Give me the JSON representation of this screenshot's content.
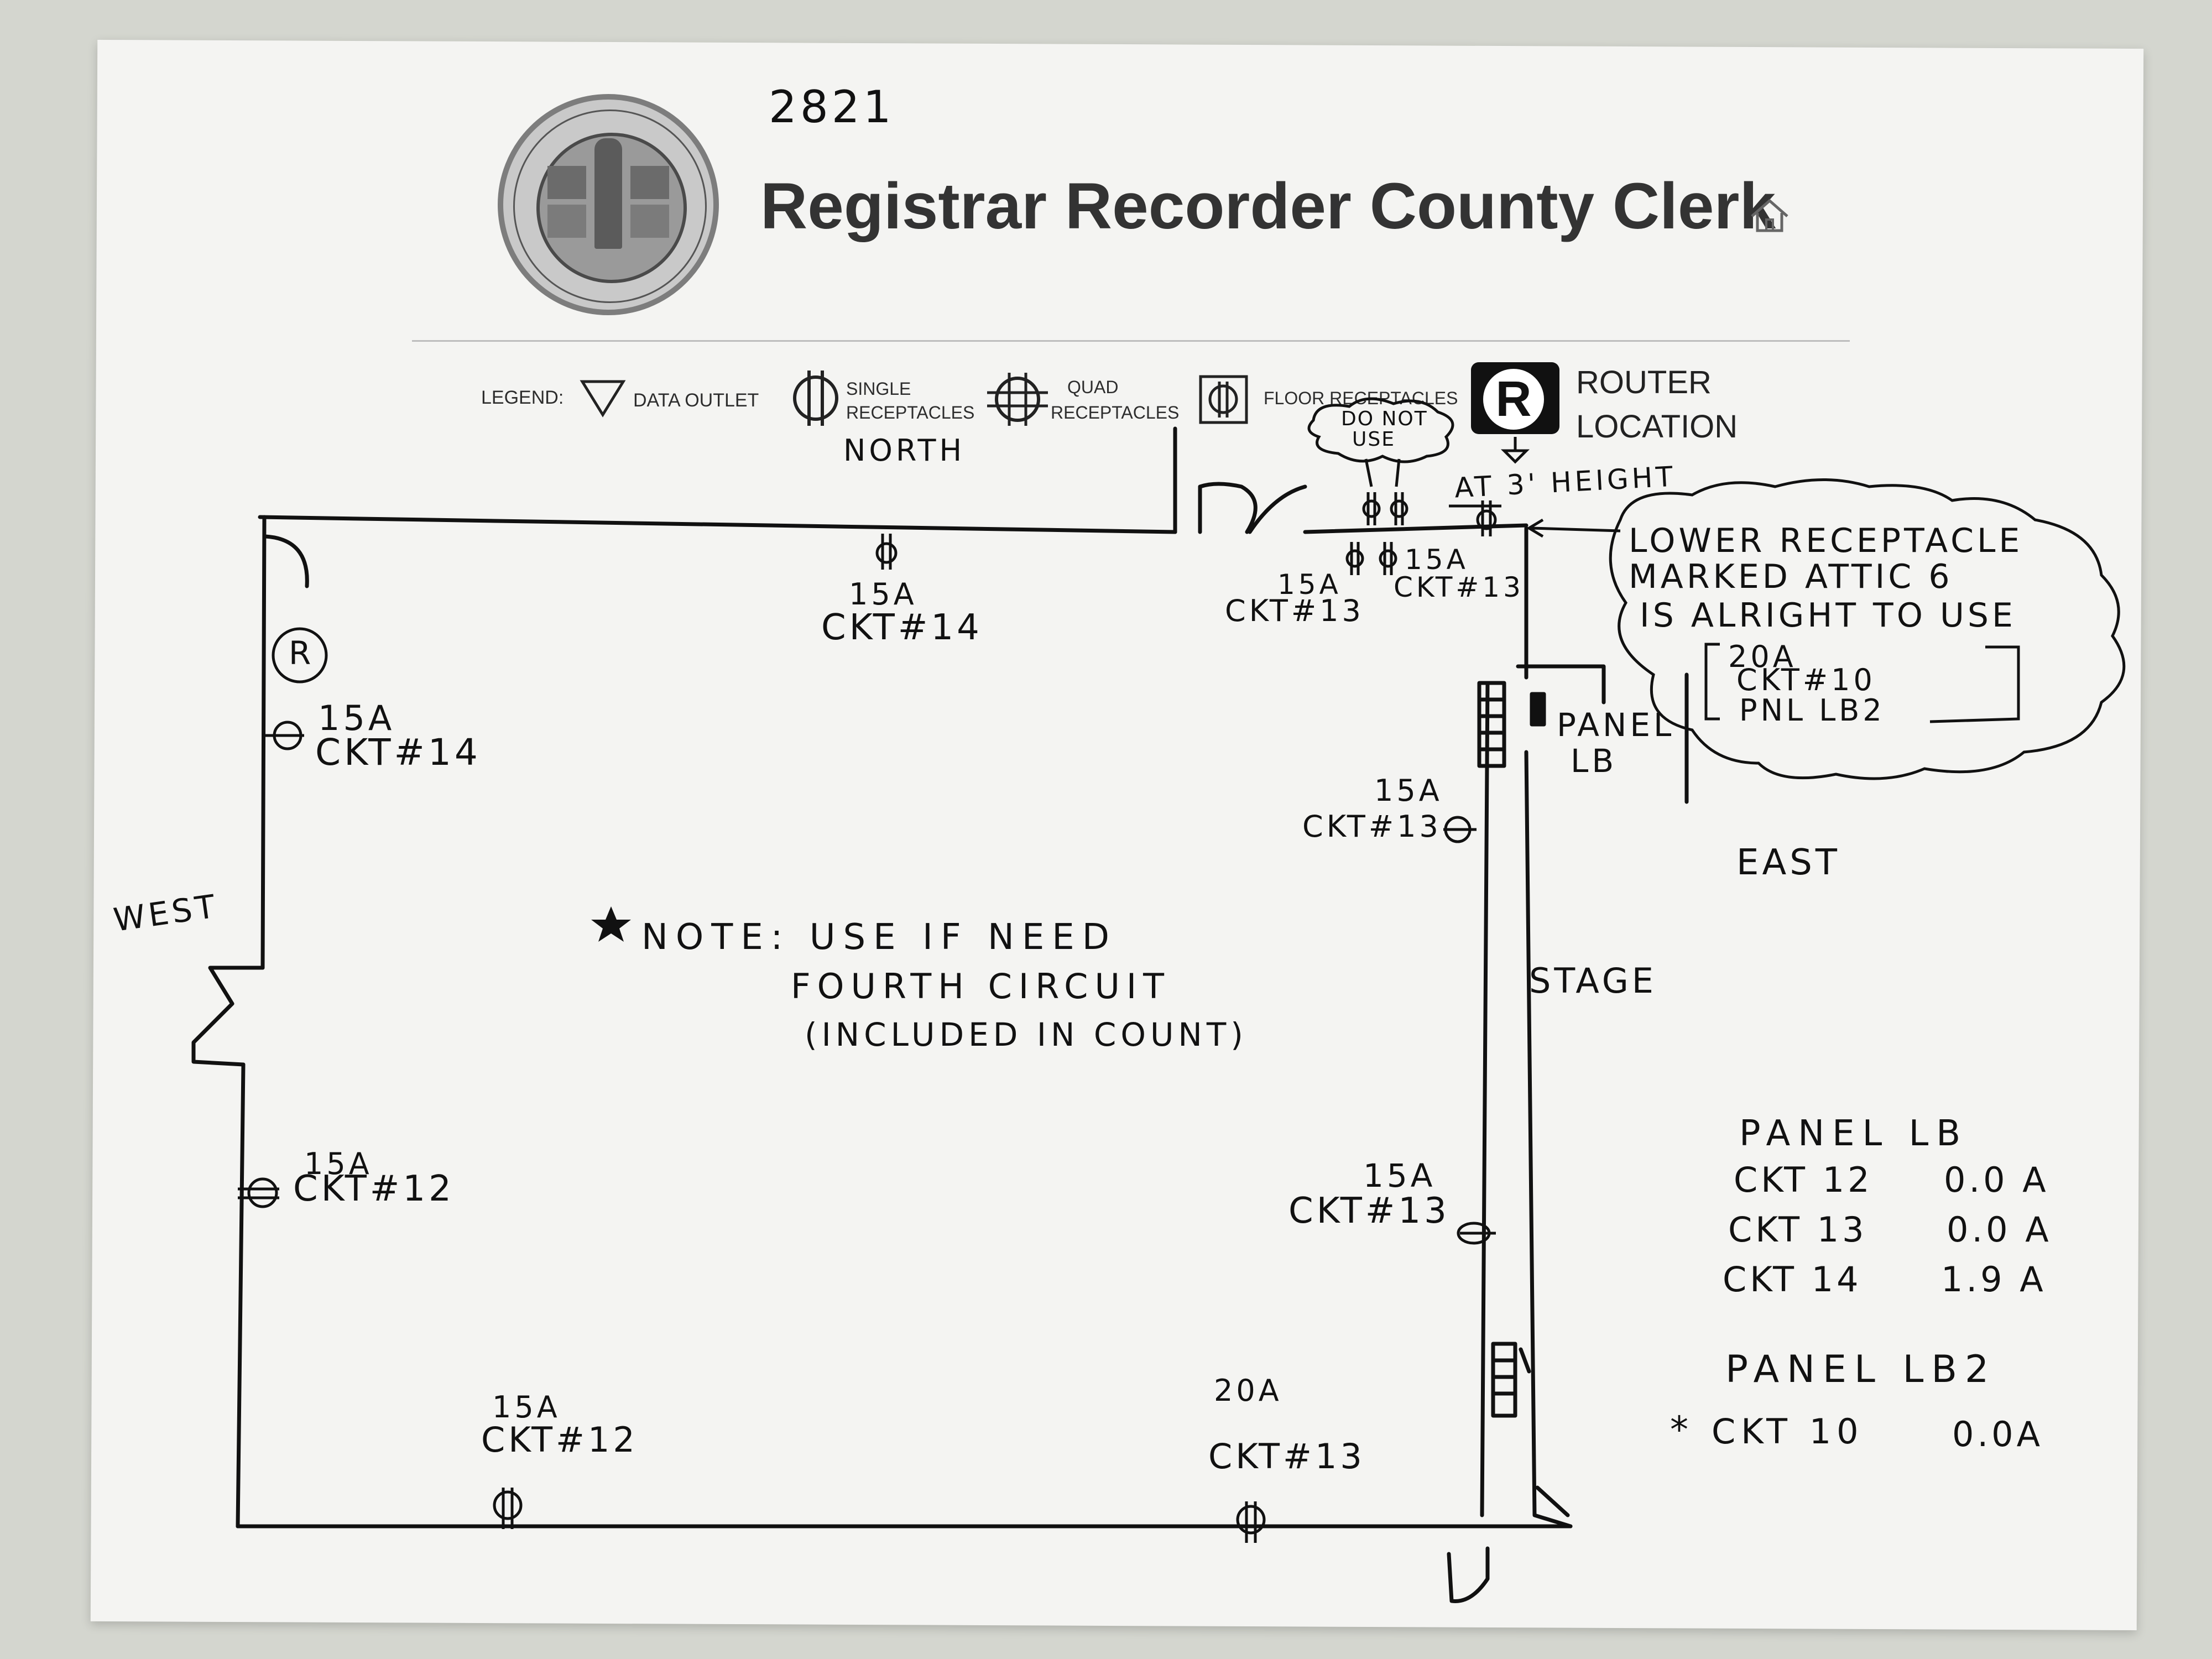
{
  "header": {
    "doc_number": "2821",
    "title": "Registrar Recorder County Clerk",
    "home_icon": "home-icon",
    "seal_icon": "county-seal"
  },
  "legend": {
    "label": "LEGEND:",
    "items": [
      {
        "icon": "data-outlet-icon",
        "label": "DATA OUTLET"
      },
      {
        "icon": "single-receptacle-icon",
        "label_line1": "SINGLE",
        "label_line2": "RECEPTACLES"
      },
      {
        "icon": "quad-receptacle-icon",
        "label_line1": "QUAD",
        "label_line2": "RECEPTACLES"
      },
      {
        "icon": "floor-receptacle-icon",
        "label": "FLOOR RECEPTACLES"
      }
    ],
    "router": {
      "icon": "router-icon",
      "symbol": "R",
      "line1": "ROUTER",
      "line2": "LOCATION"
    }
  },
  "directions": {
    "north": "NORTH",
    "west": "WEST",
    "east": "EAST",
    "stage": "STAGE"
  },
  "annotations": {
    "do_not_use_1": "DO NOT",
    "do_not_use_2": "USE",
    "height_note": "AT 3' HEIGHT",
    "cloud_line1": "LOWER RECEPTACLE",
    "cloud_line2": "MARKED ATTIC 6",
    "cloud_line3": "IS ALRIGHT TO USE",
    "cloud_amp": "20A",
    "cloud_ckt": "CKT#10",
    "cloud_pnl": "PNL LB2",
    "panel_lb_1": "PANEL",
    "panel_lb_2": "LB",
    "router_mark": "R",
    "note_line1": "NOTE: USE IF NEED",
    "note_line2": "FOURTH CIRCUIT",
    "note_line3": "(INCLUDED IN COUNT)"
  },
  "outlets": [
    {
      "id": "north-mid",
      "amp": "15A",
      "ckt": "CKT#14"
    },
    {
      "id": "north-right-a",
      "amp": "15A",
      "ckt": "CKT#13"
    },
    {
      "id": "north-right-b",
      "amp": "15A",
      "ckt": "CKT#13"
    },
    {
      "id": "west-top",
      "amp": "15A",
      "ckt": "CKT#14"
    },
    {
      "id": "east-upper",
      "amp": "15A",
      "ckt": "CKT#13"
    },
    {
      "id": "west-bottom",
      "amp": "15A",
      "ckt": "CKT#12"
    },
    {
      "id": "east-lower",
      "amp": "15A",
      "ckt": "CKT#13"
    },
    {
      "id": "south-left",
      "amp": "15A",
      "ckt": "CKT#12"
    },
    {
      "id": "south-right",
      "amp": "20A",
      "ckt": "CKT#13"
    }
  ],
  "panel_table": {
    "panel_lb": {
      "title": "PANEL LB",
      "rows": [
        {
          "ckt": "CKT 12",
          "amps": "0.0 A"
        },
        {
          "ckt": "CKT 13",
          "amps": "0.0 A"
        },
        {
          "ckt": "CKT 14",
          "amps": "1.9 A"
        }
      ]
    },
    "panel_lb2": {
      "title": "PANEL LB2",
      "rows": [
        {
          "ckt": "CKT 10",
          "amps": "0.0A",
          "starred": "*"
        }
      ]
    }
  }
}
